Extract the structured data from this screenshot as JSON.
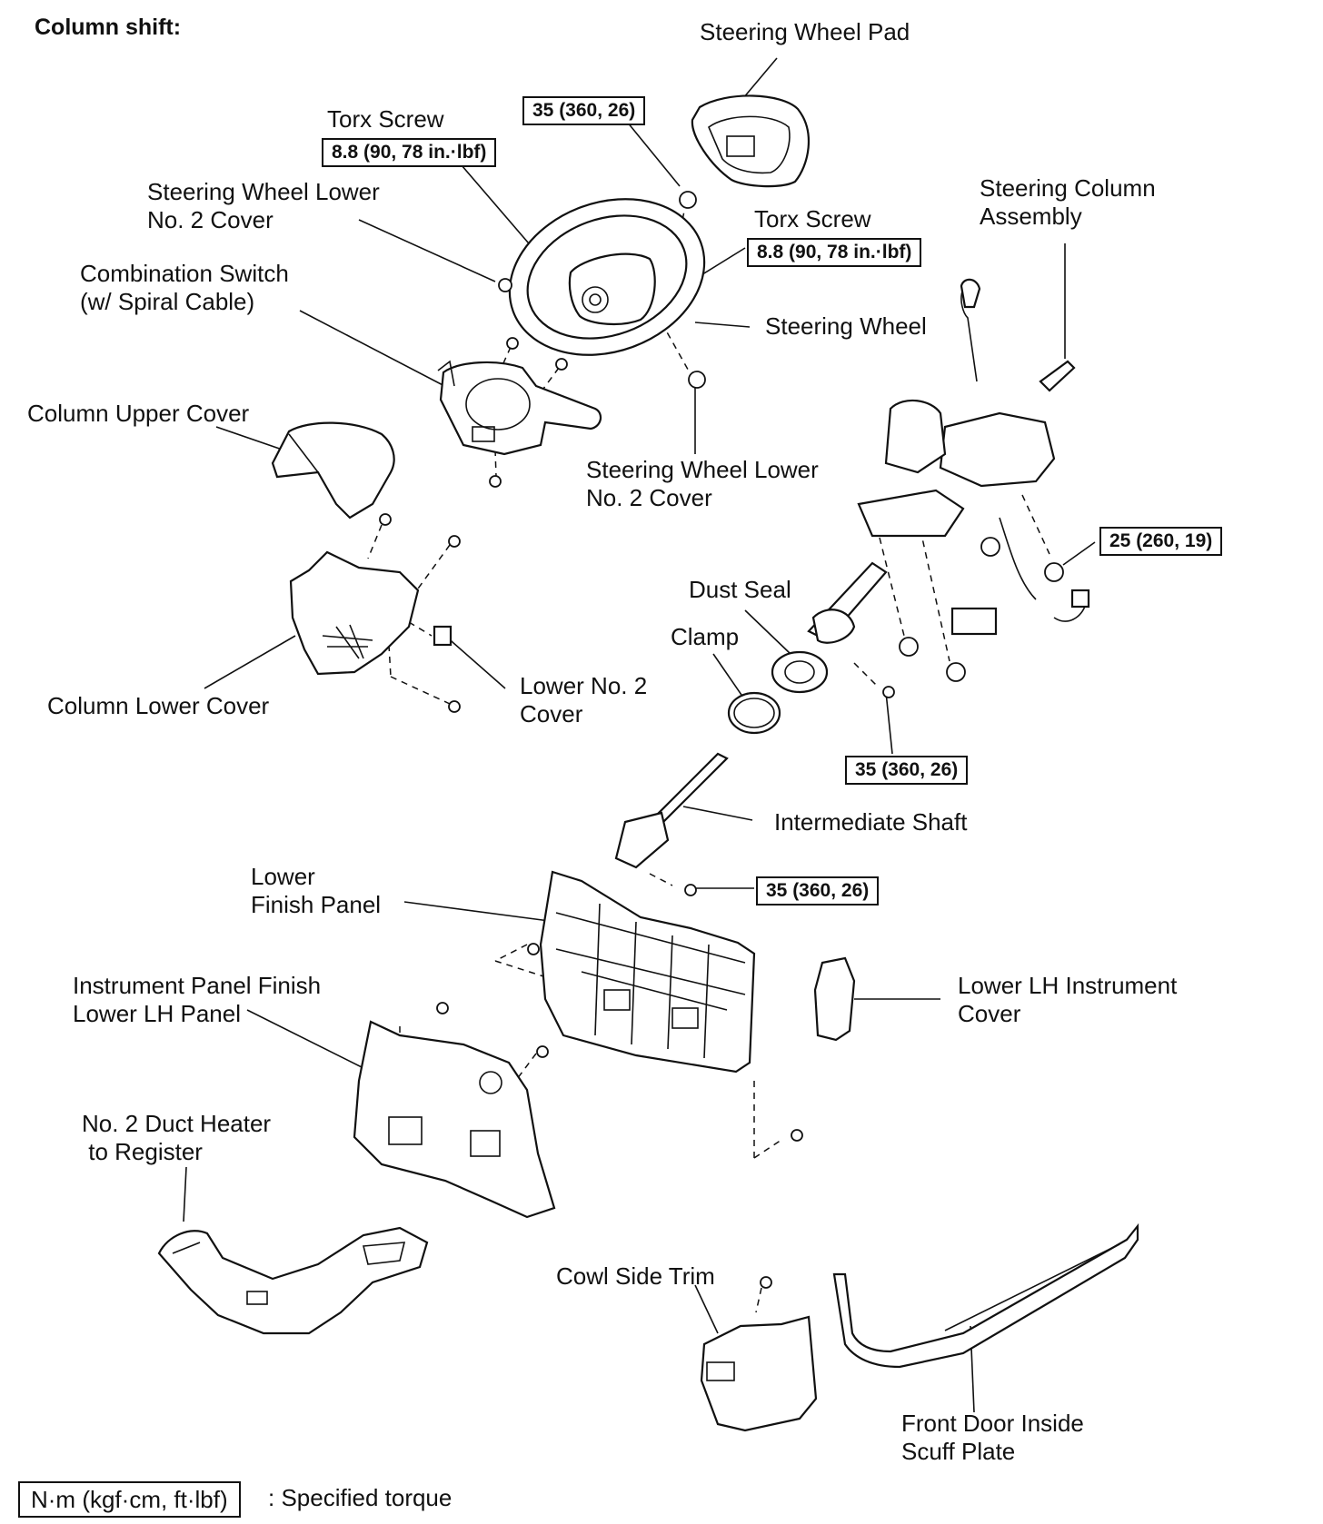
{
  "title": "Column shift:",
  "labels": {
    "steering_wheel_pad": "Steering Wheel Pad",
    "torx_screw_left": "Torx Screw",
    "steering_wheel_lower_no2_cover_left": "Steering Wheel Lower\nNo. 2 Cover",
    "combination_switch": "Combination Switch\n(w/ Spiral Cable)",
    "column_upper_cover": "Column Upper Cover",
    "column_lower_cover": "Column Lower Cover",
    "lower_no2_cover": "Lower No. 2\nCover",
    "torx_screw_right": "Torx Screw",
    "steering_wheel": "Steering Wheel",
    "steering_wheel_lower_no2_cover_mid": "Steering Wheel Lower\nNo. 2 Cover",
    "steering_column_assembly": "Steering Column\nAssembly",
    "dust_seal": "Dust Seal",
    "clamp": "Clamp",
    "intermediate_shaft": "Intermediate Shaft",
    "lower_finish_panel": "Lower\nFinish Panel",
    "instrument_panel_finish_lower_lh": "Instrument Panel Finish\nLower LH Panel",
    "lower_lh_instrument_cover": "Lower LH Instrument\nCover",
    "no2_duct_heater": "No. 2 Duct Heater\n to Register",
    "cowl_side_trim": "Cowl Side Trim",
    "front_door_scuff_plate": "Front Door Inside\nScuff Plate"
  },
  "torques": {
    "pad": "35 (360, 26)",
    "torx_left": "8.8 (90, 78 in.·lbf)",
    "torx_right": "8.8 (90, 78 in.·lbf)",
    "column": "25 (260, 19)",
    "column_lower": "35 (360, 26)",
    "shaft": "35 (360, 26)"
  },
  "legend": {
    "unit": "N·m (kgf·cm, ft·lbf)",
    "text": ": Specified torque"
  }
}
